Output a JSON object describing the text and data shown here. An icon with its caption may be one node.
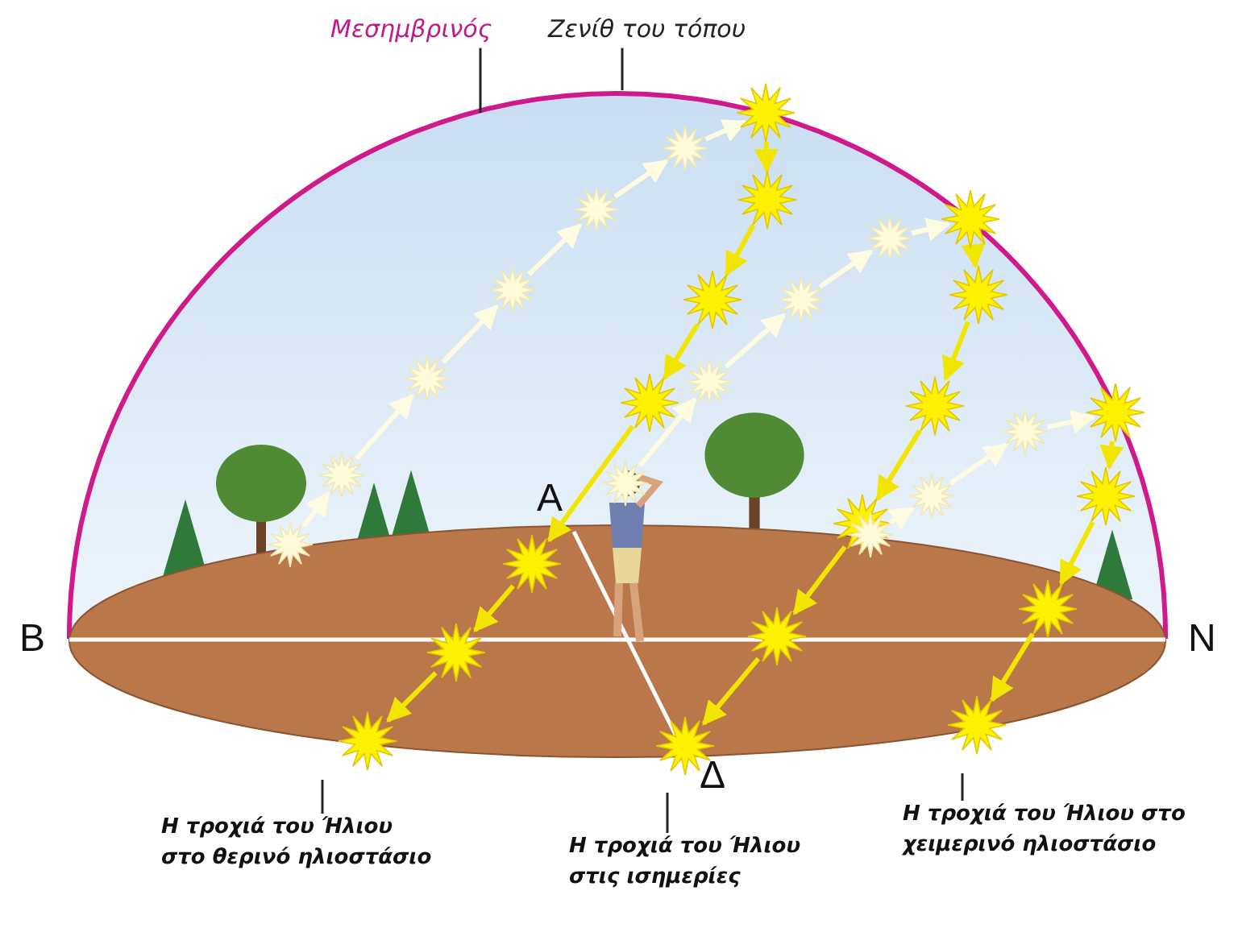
{
  "diagram": {
    "nodes": [
      {
        "text": [
          "Μεσημβρινός"
        ]
      },
      {
        "text": [
          "Ζενίθ του τόπου"
        ]
      },
      {
        "text": [
          "Η τροχιά του Ήλιου στο θερινό ηλιοστάσιο"
        ]
      },
      {
        "text": [
          "Η τροχιά του Ήλιου στις ισημερίες"
        ]
      },
      {
        "text": [
          "Η τροχιά του Ήλιου στο χειμερινό ηλιοστάσιο"
        ]
      }
    ],
    "edges": [
      {
        "from": 0,
        "to": null,
        "arrow": "none"
      },
      {
        "from": 1,
        "to": null,
        "arrow": "none"
      },
      {
        "from": 2,
        "to": null,
        "arrow": "none"
      },
      {
        "from": 3,
        "to": null,
        "arrow": "none"
      },
      {
        "from": 4,
        "to": null,
        "arrow": "none"
      }
    ],
    "labels": [
      "Α",
      "Β",
      "Ν",
      "Δ"
    ]
  }
}
